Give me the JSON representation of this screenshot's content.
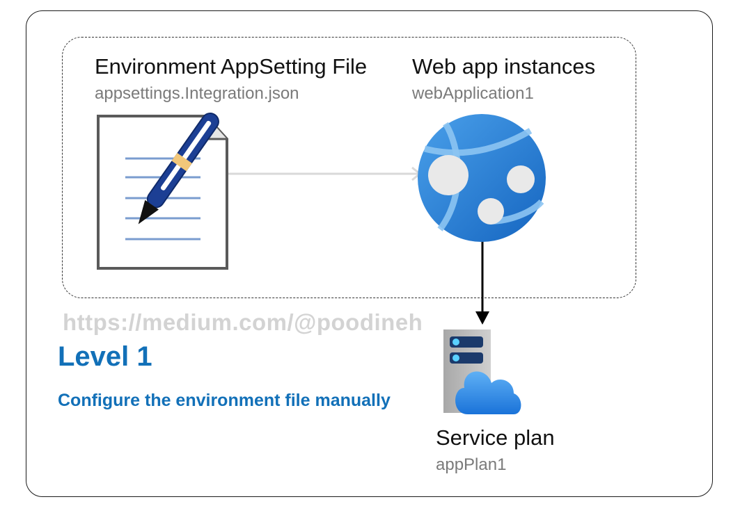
{
  "nodes": {
    "file": {
      "title": "Environment AppSetting File",
      "subtitle": "appsettings.Integration.json",
      "icon": "document-edit-icon"
    },
    "webapp": {
      "title": "Web app instances",
      "subtitle": "webApplication1",
      "icon": "web-app-globe-icon"
    },
    "plan": {
      "title": "Service plan",
      "subtitle": "appPlan1",
      "icon": "server-cloud-icon"
    }
  },
  "watermark": "https://medium.com/@poodineh",
  "level": "Level 1",
  "description": "Configure the environment file manually",
  "colors": {
    "accent": "#1270b8",
    "globe": "#2b7fd4",
    "cloud": "#1e88e5",
    "connector_light": "#d9d9d9",
    "connector_dark": "#000000"
  }
}
